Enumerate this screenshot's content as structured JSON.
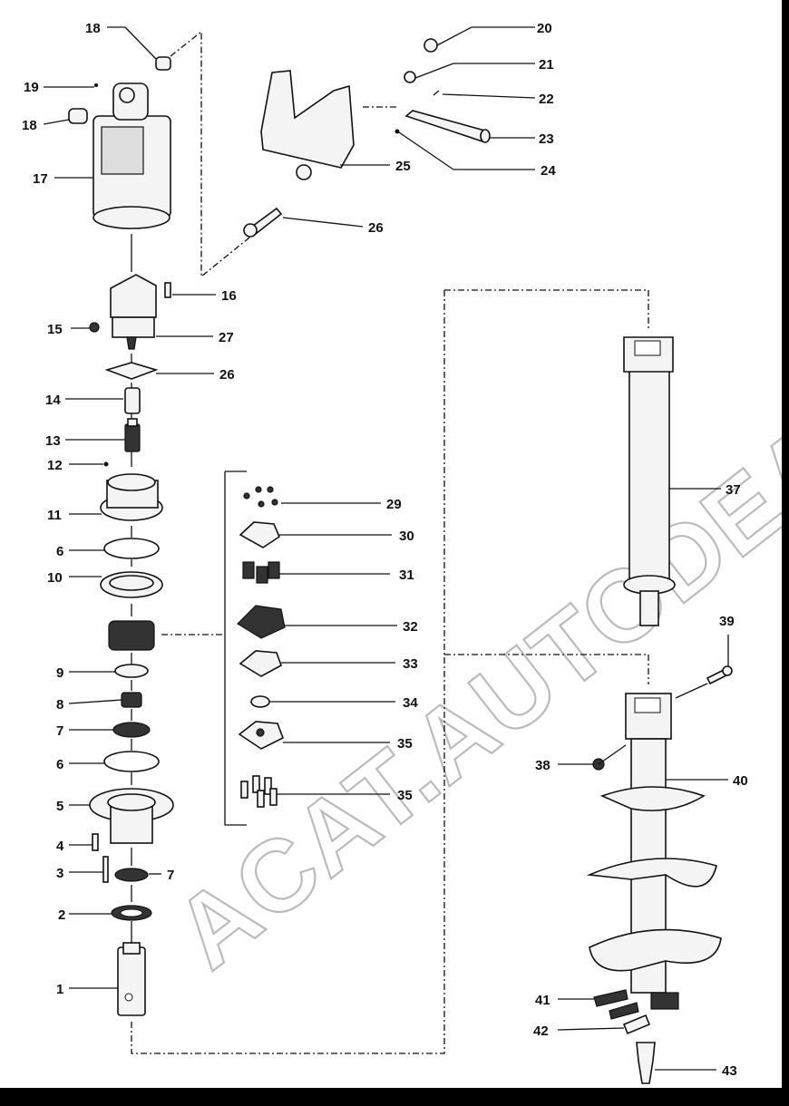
{
  "watermark": "ACAT.AUTODEALER.RU",
  "colors": {
    "line": "#111111",
    "border": "#000000",
    "watermark": "#bbbbbb"
  },
  "callouts": {
    "c1": "1",
    "c2": "2",
    "c3": "3",
    "c4": "4",
    "c5": "5",
    "c6a": "6",
    "c6b": "6",
    "c7a": "7",
    "c7b": "7",
    "c8": "8",
    "c9": "9",
    "c10": "10",
    "c11": "11",
    "c12": "12",
    "c13": "13",
    "c14": "14",
    "c15": "15",
    "c16": "16",
    "c17": "17",
    "c18a": "18",
    "c18b": "18",
    "c19": "19",
    "c20": "20",
    "c21": "21",
    "c22": "22",
    "c23": "23",
    "c24": "24",
    "c25": "25",
    "c26a": "26",
    "c26b": "26",
    "c27": "27",
    "c29": "29",
    "c30": "30",
    "c31": "31",
    "c32": "32",
    "c33": "33",
    "c34": "34",
    "c35a": "35",
    "c35b": "35",
    "c37": "37",
    "c38": "38",
    "c39": "39",
    "c40": "40",
    "c41": "41",
    "c42": "42",
    "c43": "43"
  }
}
